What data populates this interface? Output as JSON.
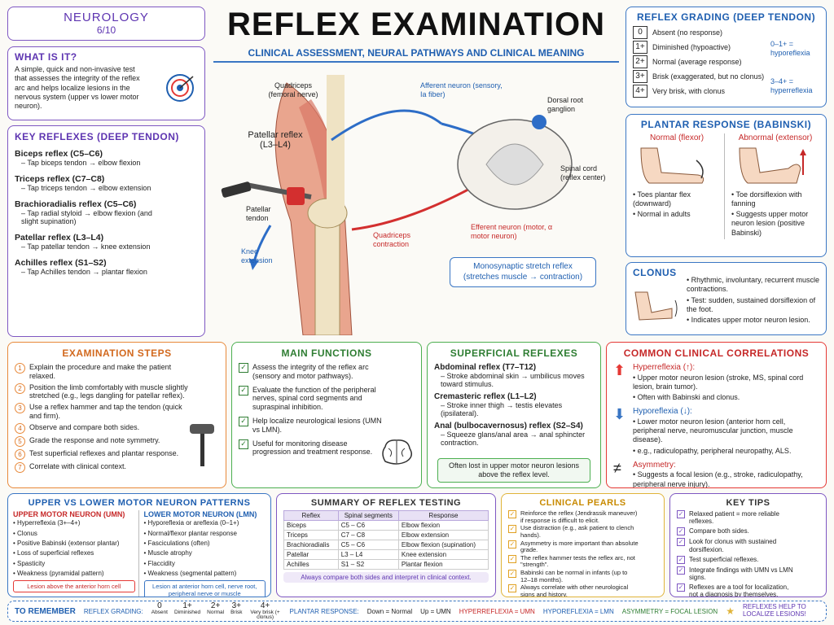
{
  "subject": {
    "title": "NEUROLOGY",
    "page": "6/10"
  },
  "header": {
    "title": "REFLEX EXAMINATION",
    "subtitle": "CLINICAL ASSESSMENT, NEURAL PATHWAYS AND CLINICAL MEANING"
  },
  "what": {
    "title": "WHAT IS IT?",
    "text": "A simple, quick and non-invasive test that assesses the integrity of the reflex arc and helps localize lesions in the nervous system (upper vs lower motor neuron)."
  },
  "key": {
    "title": "KEY REFLEXES (DEEP TENDON)",
    "items": [
      {
        "name": "Biceps reflex (C5–C6)",
        "desc": "– Tap biceps tendon → elbow flexion"
      },
      {
        "name": "Triceps reflex (C7–C8)",
        "desc": "– Tap triceps tendon → elbow extension"
      },
      {
        "name": "Brachioradialis reflex (C5–C6)",
        "desc": "– Tap radial styloid → elbow flexion (and slight supination)"
      },
      {
        "name": "Patellar reflex (L3–L4)",
        "desc": "– Tap patellar tendon → knee extension"
      },
      {
        "name": "Achilles reflex (S1–S2)",
        "desc": "– Tap Achilles tendon → plantar flexion"
      }
    ]
  },
  "diagram": {
    "quad": "Quadriceps (femoral nerve)",
    "afferent": "Afferent neuron (sensory, Ia fiber)",
    "drg": "Dorsal root ganglion",
    "patellar": "Patellar reflex (L3–L4)",
    "tendon": "Patellar tendon",
    "knee": "Knee extension",
    "cord": "Spinal cord (reflex center)",
    "contraction": "Quadriceps contraction",
    "efferent": "Efferent neuron (motor, α motor neuron)",
    "mono": "Monosynaptic stretch reflex (stretches muscle → contraction)"
  },
  "grading": {
    "title": "REFLEX GRADING (DEEP TENDON)",
    "rows": [
      {
        "g": "0",
        "t": "Absent (no response)"
      },
      {
        "g": "1+",
        "t": "Diminished (hypoactive)"
      },
      {
        "g": "2+",
        "t": "Normal (average response)"
      },
      {
        "g": "3+",
        "t": "Brisk (exaggerated, but no clonus)"
      },
      {
        "g": "4+",
        "t": "Very brisk, with clonus"
      }
    ],
    "hypo": "0–1+ = hyporeflexia",
    "hyper": "3–4+ = hyperreflexia"
  },
  "plantar": {
    "title": "PLANTAR RESPONSE (BABINSKI)",
    "normal": "Normal (flexor)",
    "abnormal": "Abnormal (extensor)",
    "n_items": [
      "Toes plantar flex (downward)",
      "Normal in adults"
    ],
    "a_items": [
      "Toe dorsiflexion with fanning",
      "Suggests upper motor neuron lesion (positive Babinski)"
    ]
  },
  "clonus": {
    "title": "CLONUS",
    "items": [
      "Rhythmic, involuntary, recurrent muscle contractions.",
      "Test: sudden, sustained dorsiflexion of the foot.",
      "Indicates upper motor neuron lesion."
    ]
  },
  "steps": {
    "title": "EXAMINATION STEPS",
    "items": [
      "Explain the procedure and make the patient relaxed.",
      "Position the limb comfortably with muscle slightly stretched (e.g., legs dangling for patellar reflex).",
      "Use a reflex hammer and tap the tendon (quick and firm).",
      "Observe and compare both sides.",
      "Grade the response and note symmetry.",
      "Test superficial reflexes and plantar response.",
      "Correlate with clinical context."
    ]
  },
  "functions": {
    "title": "MAIN FUNCTIONS",
    "items": [
      "Assess the integrity of the reflex arc (sensory and motor pathways).",
      "Evaluate the function of the peripheral nerves, spinal cord segments and supraspinal inhibition.",
      "Help localize neurological lesions (UMN vs LMN).",
      "Useful for monitoring disease progression and treatment response."
    ]
  },
  "superficial": {
    "title": "SUPERFICIAL REFLEXES",
    "items": [
      {
        "name": "Abdominal reflex (T7–T12)",
        "desc": "– Stroke abdominal skin → umbilicus moves toward stimulus."
      },
      {
        "name": "Cremasteric reflex (L1–L2)",
        "desc": "– Stroke inner thigh → testis elevates (ipsilateral)."
      },
      {
        "name": "Anal (bulbocavernosus) reflex (S2–S4)",
        "desc": "– Squeeze glans/anal area → anal sphincter contraction."
      }
    ],
    "note": "Often lost in upper motor neuron lesions above the reflex level."
  },
  "correlations": {
    "title": "COMMON CLINICAL CORRELATIONS",
    "hyper": {
      "title": "Hyperreflexia (↑):",
      "items": [
        "Upper motor neuron lesion (stroke, MS, spinal cord lesion, brain tumor).",
        "Often with Babinski and clonus."
      ]
    },
    "hypo": {
      "title": "Hyporeflexia (↓):",
      "items": [
        "Lower motor neuron lesion (anterior horn cell, peripheral nerve, neuromuscular junction, muscle disease).",
        "e.g., radiculopathy, peripheral neuropathy, ALS."
      ]
    },
    "asym": {
      "title": "Asymmetry:",
      "items": [
        "Suggests a focal lesion (e.g., stroke, radiculopathy, peripheral nerve injury)."
      ]
    }
  },
  "umn": {
    "title": "UPPER vs LOWER MOTOR NEURON PATTERNS",
    "umn_title": "UPPER MOTOR NEURON (UMN)",
    "umn_items": [
      "Hyperreflexia (3+–4+)",
      "Clonus",
      "Positive Babinski (extensor plantar)",
      "Loss of superficial reflexes",
      "Spasticity",
      "Weakness (pyramidal pattern)"
    ],
    "umn_note": "Lesion above the anterior horn cell",
    "lmn_title": "LOWER MOTOR NEURON (LMN)",
    "lmn_items": [
      "Hyporeflexia or areflexia (0–1+)",
      "Normal/flexor plantar response",
      "Fasciculations (often)",
      "Muscle atrophy",
      "Flaccidity",
      "Weakness (segmental pattern)"
    ],
    "lmn_note": "Lesion at anterior horn cell, nerve root, peripheral nerve or muscle"
  },
  "summary": {
    "title": "SUMMARY OF REFLEX TESTING",
    "headers": [
      "Reflex",
      "Spinal segments",
      "Response"
    ],
    "rows": [
      [
        "Biceps",
        "C5 – C6",
        "Elbow flexion"
      ],
      [
        "Triceps",
        "C7 – C8",
        "Elbow extension"
      ],
      [
        "Brachioradialis",
        "C5 – C6",
        "Elbow flexion (supination)"
      ],
      [
        "Patellar",
        "L3 – L4",
        "Knee extension"
      ],
      [
        "Achilles",
        "S1 – S2",
        "Plantar flexion"
      ]
    ],
    "note": "Always compare both sides and interpret in clinical context."
  },
  "pearls": {
    "title": "CLINICAL PEARLS",
    "items": [
      "Reinforce the reflex (Jendrassik maneuver) if response is difficult to elicit.",
      "Use distraction (e.g., ask patient to clench hands).",
      "Asymmetry is more important than absolute grade.",
      "The reflex hammer tests the reflex arc, not \"strength\".",
      "Babinski can be normal in infants (up to 12–18 months).",
      "Always correlate with other neurological signs and history."
    ]
  },
  "tips": {
    "title": "KEY TIPS",
    "items": [
      "Relaxed patient = more reliable reflexes.",
      "Compare both sides.",
      "Look for clonus with sustained dorsiflexion.",
      "Test superficial reflexes.",
      "Integrate findings with UMN vs LMN signs.",
      "Reflexes are a tool for localization, not a diagnosis by themselves."
    ]
  },
  "footer": {
    "remember": "TO REMEMBER",
    "grading_label": "REFLEX GRADING:",
    "grades": [
      {
        "g": "0",
        "l": "Absent"
      },
      {
        "g": "1+",
        "l": "Diminished"
      },
      {
        "g": "2+",
        "l": "Normal"
      },
      {
        "g": "3+",
        "l": "Brisk"
      },
      {
        "g": "4+",
        "l": "Very brisk (+ clonus)"
      }
    ],
    "plantar_label": "PLANTAR RESPONSE:",
    "down": "Down = Normal",
    "up": "Up = UMN",
    "hyper": "HYPERREFLEXIA = UMN",
    "hypo": "HYPOREFLEXIA = LMN",
    "asym": "ASYMMETRY = FOCAL LESION",
    "end": "REFLEXES HELP TO LOCALIZE LESIONS!"
  }
}
